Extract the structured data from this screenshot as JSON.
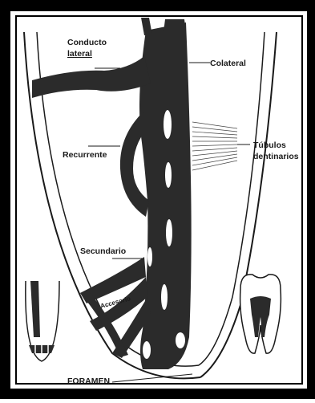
{
  "diagram": {
    "labels": {
      "conducto_line1": "Conducto",
      "conducto_line2": "lateral",
      "colateral": "Colateral",
      "recurrente": "Recurrente",
      "tubulos_line1": "Túbulos",
      "tubulos_line2": "dentinarios",
      "secundario": "Secundario",
      "accesorio": "Accesorio",
      "foramen": "FORAMEN"
    },
    "colors": {
      "frame": "#000000",
      "canal_fill": "#2b2b2b",
      "outline": "#1a1a1a",
      "background": "#ffffff"
    }
  }
}
